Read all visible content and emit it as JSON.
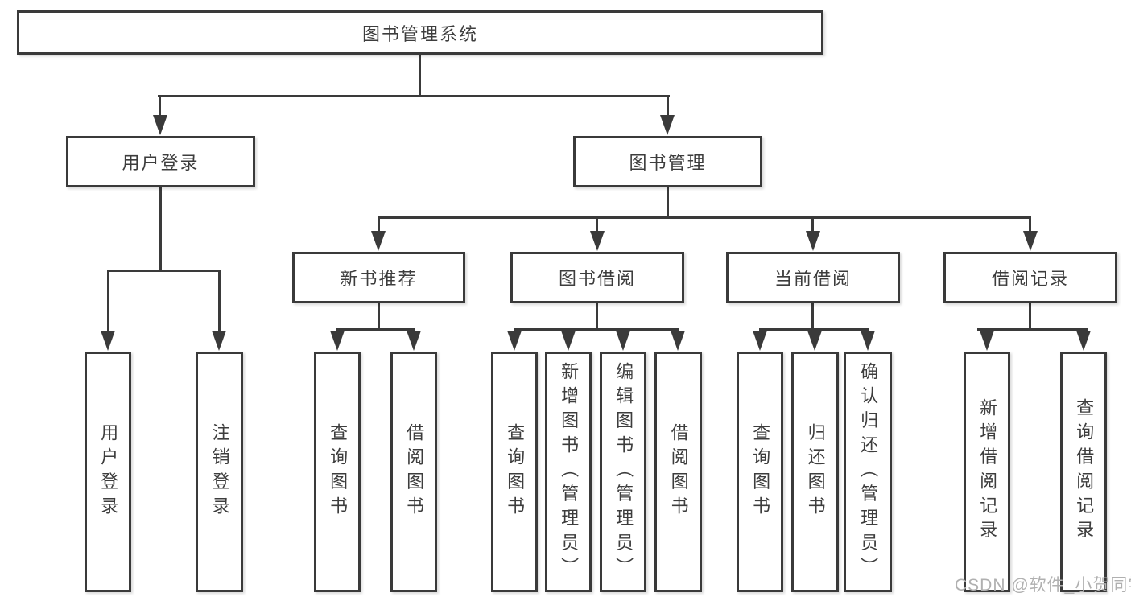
{
  "diagram": {
    "root": {
      "label": "图书管理系统"
    },
    "level2": [
      {
        "label": "用户登录"
      },
      {
        "label": "图书管理"
      }
    ],
    "level3": [
      {
        "label": "新书推荐"
      },
      {
        "label": "图书借阅"
      },
      {
        "label": "当前借阅"
      },
      {
        "label": "借阅记录"
      }
    ],
    "leaves": {
      "user_login": [
        "用户登录",
        "注销登录"
      ],
      "new_books": [
        "查询图书",
        "借阅图书"
      ],
      "book_borrow": [
        "查询图书",
        "新增图书（管理员）",
        "编辑图书（管理员）",
        "借阅图书"
      ],
      "current_borrow": [
        "查询图书",
        "归还图书",
        "确认归还（管理员）"
      ],
      "borrow_records": [
        "新增借阅记录",
        "查询借阅记录"
      ]
    },
    "watermark": "CSDN @软件_小贺同学",
    "colors": {
      "line": "#3a3a3a",
      "text": "#3d3d3d",
      "watermark": "#b0b0b0",
      "background": "#ffffff"
    }
  }
}
